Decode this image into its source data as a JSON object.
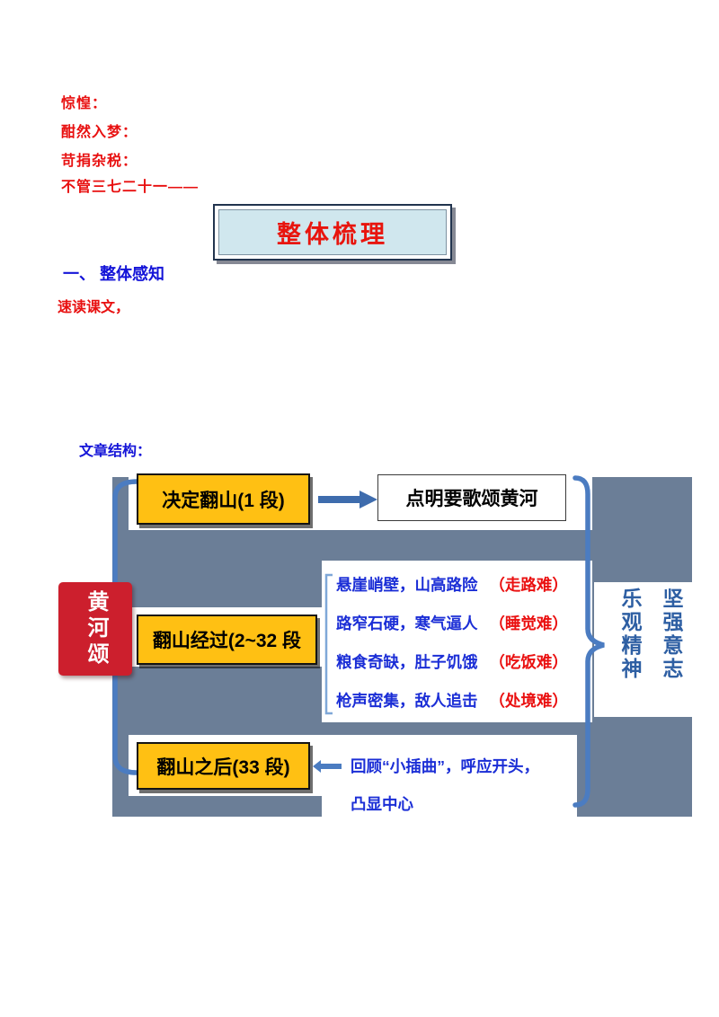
{
  "vocab": {
    "items": [
      "惊惶：",
      "酣然入梦：",
      "苛捐杂税：",
      "不管三七二十一——"
    ]
  },
  "banner": {
    "title": "整体梳理"
  },
  "section": {
    "heading": "一、 整体感知",
    "instruction": "速读课文，",
    "structure_label": "文章结构："
  },
  "diagram": {
    "root_label": "黄河颂",
    "row1": {
      "box": "决定翻山(1 段)",
      "note": "点明要歌颂黄河"
    },
    "row2": {
      "box": "翻山经过(2~32 段",
      "details": [
        {
          "blue": "悬崖峭壁，山高路险",
          "red": "（走路难）"
        },
        {
          "blue": "路窄石硬，寒气逼人",
          "red": "（睡觉难）"
        },
        {
          "blue": "粮食奇缺，肚子饥饿",
          "red": "（吃饭难）"
        },
        {
          "blue": "枪声密集，敌人追击",
          "red": "（处境难）"
        }
      ]
    },
    "row3": {
      "box": "翻山之后(33 段)",
      "note_line1": "回顾“小插曲”，呼应开头，",
      "note_line2": "凸显中心"
    },
    "conclusion": {
      "right_column": "坚强意志",
      "left_column": "乐观精神"
    }
  },
  "colors": {
    "accent_red": "#e81010",
    "accent_blue": "#1414d8",
    "detail_blue": "#1b2ed6",
    "panel_slate": "#6b7e97",
    "box_yellow": "#ffc013",
    "root_red": "#cc1f2d",
    "brace_blue": "#4b7cc1",
    "banner_fill": "#d0e7ee",
    "conclusion_blue": "#2e5fa3"
  }
}
